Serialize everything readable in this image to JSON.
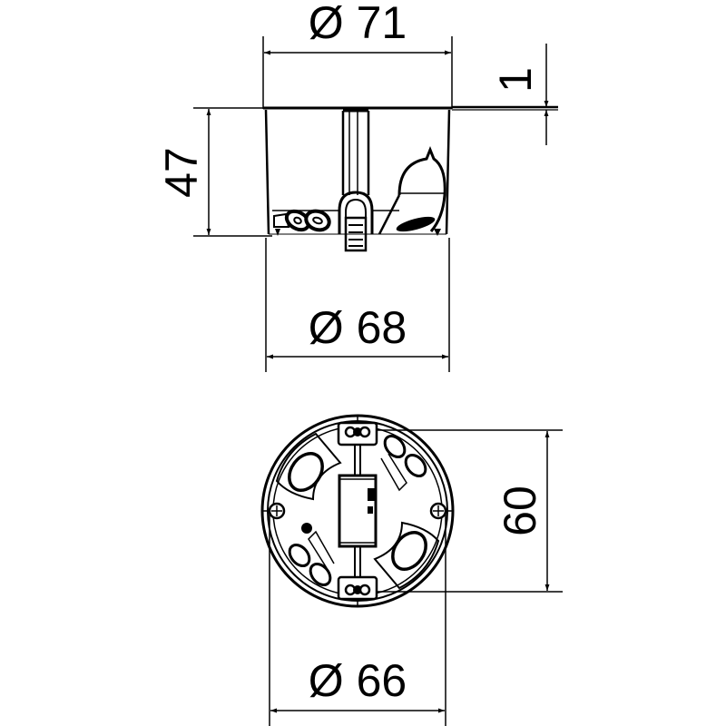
{
  "drawing": {
    "type": "technical-dimension-drawing",
    "subject": "flush-mounted device box",
    "line_color": "#000000",
    "background": "#ffffff"
  },
  "side_view": {
    "dimensions": {
      "top_diameter": "Ø 71",
      "flange_thickness": "1",
      "height": "47",
      "body_diameter": "Ø 68"
    }
  },
  "top_view": {
    "dimensions": {
      "fixing_spacing": "60",
      "inner_diameter": "Ø 66"
    }
  }
}
